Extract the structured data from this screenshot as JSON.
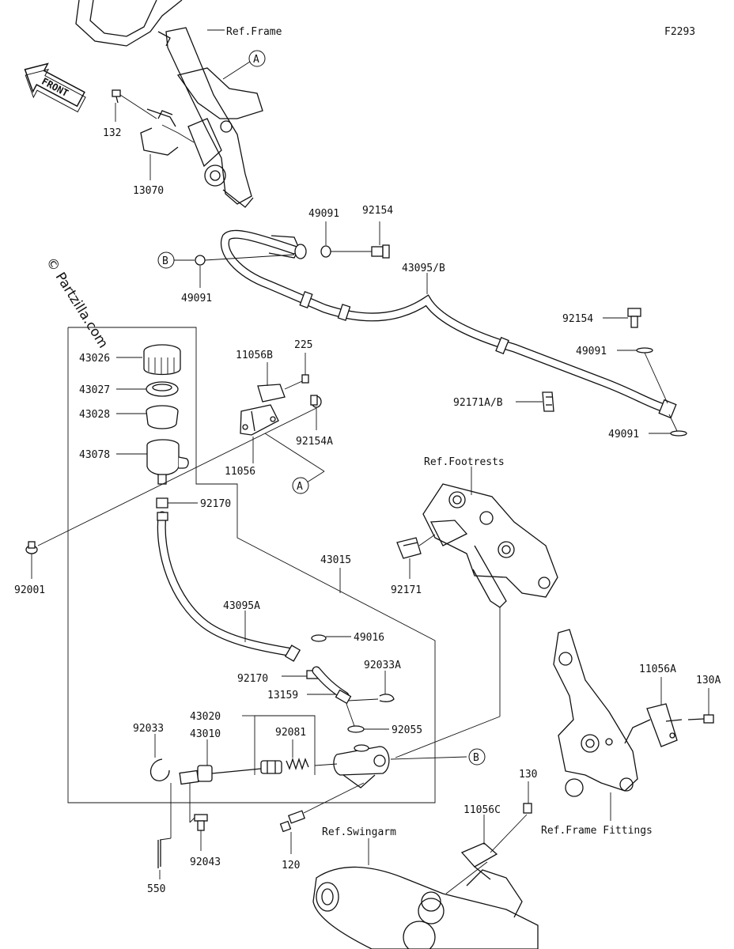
{
  "diagram": {
    "figure_id": "F2293",
    "copyright": "© Partzilla.com",
    "front_label": "FRONT",
    "reference_labels": {
      "frame": "Ref.Frame",
      "footrests": "Ref.Footrests",
      "swingarm": "Ref.Swingarm",
      "frame_fittings": "Ref.Frame Fittings"
    },
    "callouts": {
      "a": "A",
      "b": "B"
    },
    "parts": {
      "p132": "132",
      "p13070": "13070",
      "p49091_a": "49091",
      "p92154_a": "92154",
      "p49091_b": "49091",
      "p43095b": "43095/B",
      "p92154_b": "92154",
      "p49091_c": "49091",
      "p92171ab": "92171A/B",
      "p49091_d": "49091",
      "p43026": "43026",
      "p11056b": "11056B",
      "p225": "225",
      "p43027": "43027",
      "p43028": "43028",
      "p92154a": "92154A",
      "p43078": "43078",
      "p11056": "11056",
      "p92170_a": "92170",
      "p92001": "92001",
      "p43015": "43015",
      "p92171": "92171",
      "p43095a": "43095A",
      "p49016": "49016",
      "p92033a": "92033A",
      "p92170_b": "92170",
      "p13159": "13159",
      "p43020": "43020",
      "p92055": "92055",
      "p92033": "92033",
      "p43010": "43010",
      "p92081": "92081",
      "p11056a": "11056A",
      "p130a": "130A",
      "p130": "130",
      "p11056c": "11056C",
      "p92043": "92043",
      "p120": "120",
      "p550": "550"
    }
  }
}
